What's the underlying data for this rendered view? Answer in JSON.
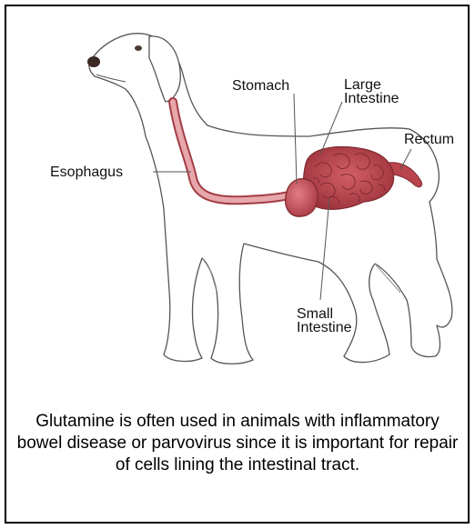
{
  "labels": {
    "stomach": "Stomach",
    "large_intestine_1": "Large",
    "large_intestine_2": "Intestine",
    "rectum": "Rectum",
    "esophagus": "Esophagus",
    "small_intestine_1": "Small",
    "small_intestine_2": "Intestine"
  },
  "caption": "Glutamine is often used in animals with inflammatory bowel disease or parvovirus since it is important for repair of cells lining the intestinal tract.",
  "colors": {
    "organ": "#b9444c",
    "organ_dark": "#8a2a30",
    "organ_light": "#d9727a",
    "outline": "#555555"
  }
}
